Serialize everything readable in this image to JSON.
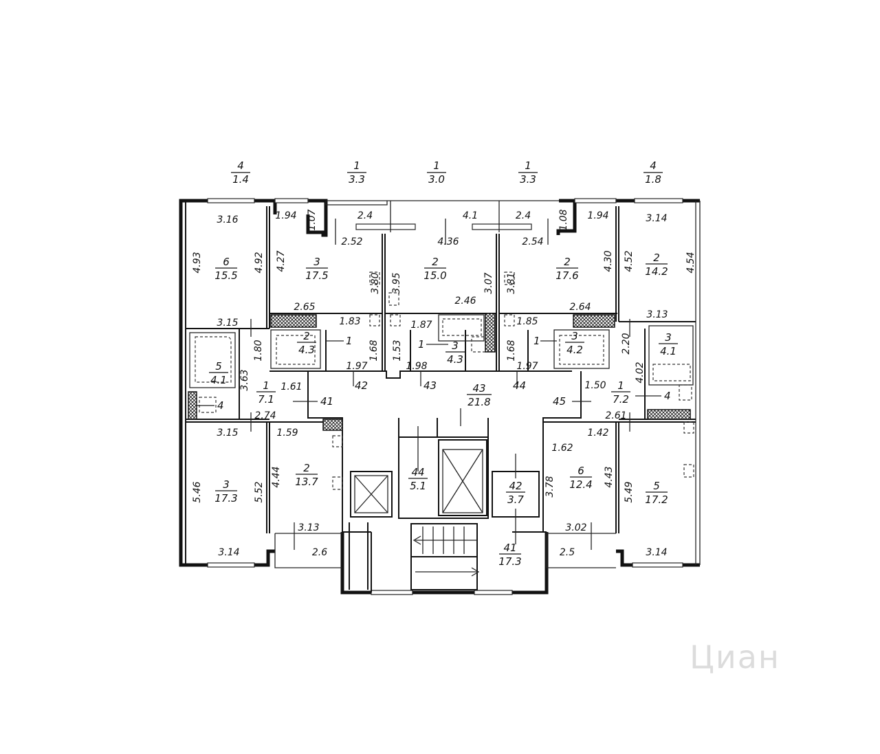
{
  "balconies": [
    {
      "num": "4",
      "area": "1.4"
    },
    {
      "num": "1",
      "area": "3.3"
    },
    {
      "num": "1",
      "area": "3.0"
    },
    {
      "num": "1",
      "area": "3.3"
    },
    {
      "num": "4",
      "area": "1.8"
    }
  ],
  "rooms": [
    {
      "num": "6",
      "area": "15.5"
    },
    {
      "num": "3",
      "area": "17.5"
    },
    {
      "num": "2",
      "area": "15.0"
    },
    {
      "num": "2",
      "area": "17.6"
    },
    {
      "num": "2",
      "area": "14.2"
    },
    {
      "num": "5",
      "area": "4.1"
    },
    {
      "num": "2",
      "area": "4.3"
    },
    {
      "num": "3",
      "area": "4.3"
    },
    {
      "num": "3",
      "area": "4.2"
    },
    {
      "num": "3",
      "area": "4.1"
    },
    {
      "num": "1",
      "area": "7.1"
    },
    {
      "num": "43",
      "area": "21.8"
    },
    {
      "num": "1",
      "area": "7.2"
    },
    {
      "num": "3",
      "area": "17.3"
    },
    {
      "num": "2",
      "area": "13.7"
    },
    {
      "num": "44",
      "area": "5.1"
    },
    {
      "num": "42",
      "area": "3.7"
    },
    {
      "num": "6",
      "area": "12.4"
    },
    {
      "num": "5",
      "area": "17.2"
    },
    {
      "num": "41",
      "area": "17.3"
    }
  ],
  "leaders": [
    "1",
    "1",
    "1",
    "4",
    "4",
    "41",
    "42",
    "43",
    "44",
    "45"
  ],
  "dimensions": [
    "3.16",
    "1.94",
    "1.07",
    "2.4",
    "2.52",
    "4.1",
    "4.36",
    "2.4",
    "2.54",
    "1.08",
    "1.94",
    "3.14",
    "4.93",
    "4.92",
    "4.27",
    "3.80",
    "3.95",
    "3.07",
    "3.81",
    "4.30",
    "4.52",
    "4.54",
    "2.65",
    "2.46",
    "2.64",
    "3.15",
    "3.13",
    "1.80",
    "1.83",
    "1.68",
    "1.87",
    "1.53",
    "1.85",
    "1.68",
    "2.20",
    "1.97",
    "1.98",
    "1.97",
    "3.63",
    "1.61",
    "1.50",
    "4.02",
    "2.74",
    "2.61",
    "3.15",
    "1.59",
    "1.42",
    "1.62",
    "5.46",
    "5.52",
    "4.44",
    "3.78",
    "4.43",
    "5.49",
    "3.13",
    "3.02",
    "2.6",
    "2.5",
    "3.14",
    "3.14"
  ],
  "watermark": "Циан"
}
